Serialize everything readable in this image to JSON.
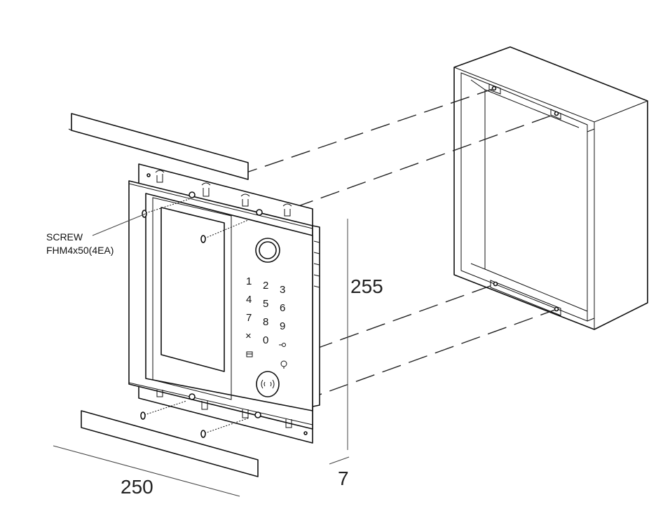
{
  "callout": {
    "line1": "SCREW",
    "line2": "FHM4x50(4EA)"
  },
  "dimensions": {
    "height": "255",
    "width": "250",
    "depth": "7"
  },
  "keypad": {
    "keys": [
      "1",
      "2",
      "3",
      "4",
      "5",
      "6",
      "7",
      "8",
      "9",
      "×",
      "0"
    ]
  },
  "colors": {
    "line": "#111111",
    "panel": "#ffffff",
    "background": "#ffffff"
  }
}
